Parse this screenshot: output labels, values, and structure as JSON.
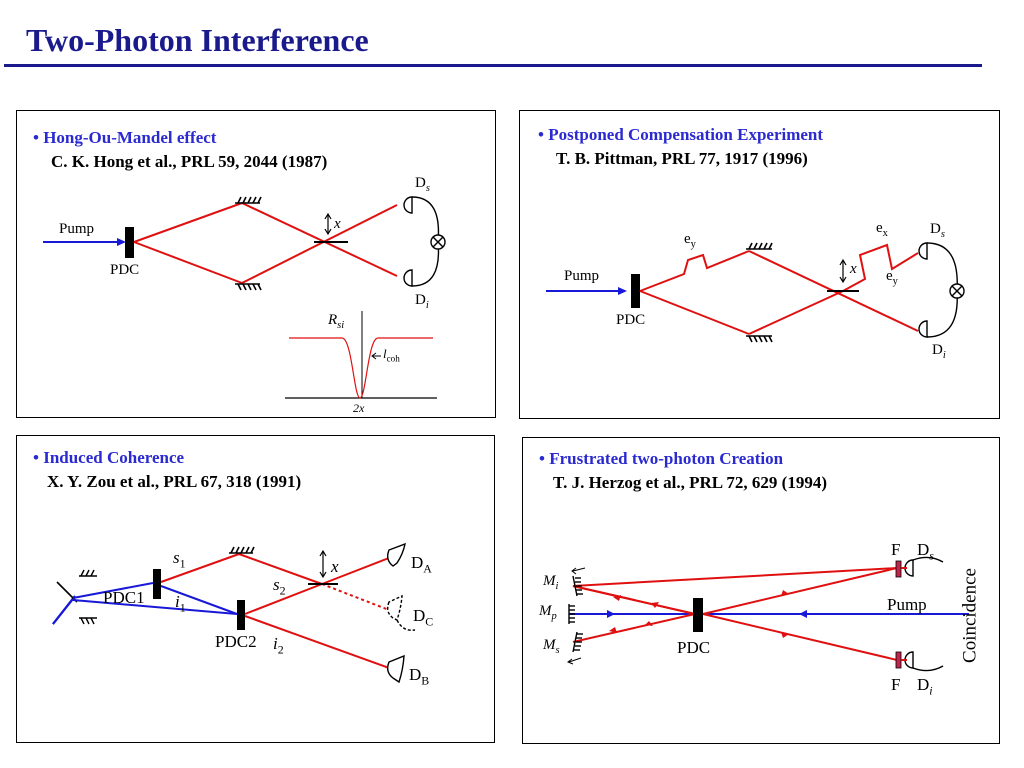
{
  "slide": {
    "title": "Two-Photon Interference"
  },
  "panels": {
    "hom": {
      "heading": "• Hong-Ou-Mandel effect",
      "citation": "C. K. Hong et al., PRL  59, 2044 (1987)",
      "labels": {
        "pump": "Pump",
        "pdc": "PDC",
        "x": "x",
        "ds_main": "D",
        "ds_sub": "s",
        "di_main": "D",
        "di_sub": "i",
        "rsi_main": "R",
        "rsi_sub": "si",
        "lcoh_main": "l",
        "lcoh_sub": "coh",
        "two_x": "2x"
      }
    },
    "pce": {
      "heading": "•  Postponed Compensation Experiment",
      "citation": "T. B. Pittman, PRL  77, 1917 (1996)",
      "labels": {
        "pump": "Pump",
        "pdc": "PDC",
        "x": "x",
        "ey1_main": "e",
        "ey1_sub": "y",
        "ex_main": "e",
        "ex_sub": "x",
        "ey2_main": "e",
        "ey2_sub": "y",
        "ds_main": "D",
        "ds_sub": "s",
        "di_main": "D",
        "di_sub": "i"
      }
    },
    "ic": {
      "heading": "• Induced Coherence",
      "citation": "X. Y. Zou et al., PRL  67, 318 (1991)",
      "labels": {
        "pdc1": "PDC1",
        "pdc2": "PDC2",
        "s1_main": "s",
        "s1_sub": "1",
        "i1_main": "i",
        "i1_sub": "1",
        "s2_main": "s",
        "s2_sub": "2",
        "i2_main": "i",
        "i2_sub": "2",
        "x": "x",
        "da_main": "D",
        "da_sub": "A",
        "dc_main": "D",
        "dc_sub": "C",
        "db_main": "D",
        "db_sub": "B"
      }
    },
    "ftp": {
      "heading": "• Frustrated two-photon Creation",
      "citation": "T. J. Herzog et al., PRL 72, 629 (1994)",
      "labels": {
        "mi_main": "M",
        "mi_sub": "i",
        "mp_main": "M",
        "mp_sub": "p",
        "ms_main": "M",
        "ms_sub": "s",
        "pdc": "PDC",
        "pump": "Pump",
        "f_top": "F",
        "f_bottom": "F",
        "ds_main": "D",
        "ds_sub": "s",
        "di_main": "D",
        "di_sub": "i",
        "coincidence": "Coincidence"
      }
    }
  },
  "colors": {
    "title": "#1a1a8c",
    "heading": "#2a2ad0",
    "beam_red": "#e01010",
    "beam_blue": "#1818d8",
    "filter": "#c0244a"
  }
}
